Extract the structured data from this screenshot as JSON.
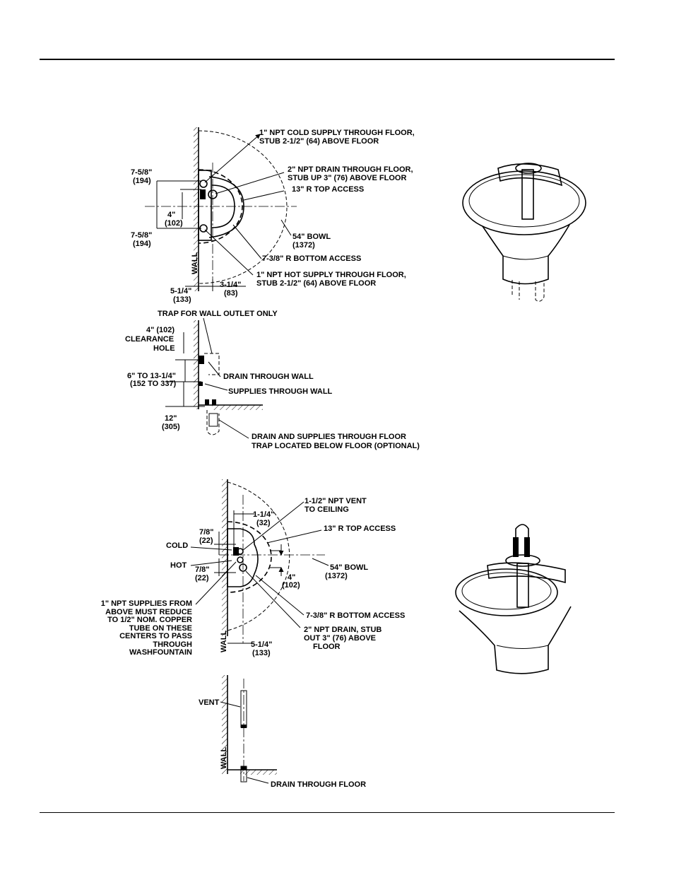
{
  "top_section": {
    "cold_supply": [
      "1\" NPT COLD SUPPLY THROUGH FLOOR,",
      "STUB 2-1/2\" (64) ABOVE FLOOR"
    ],
    "drain_floor": [
      "2\" NPT DRAIN THROUGH FLOOR,",
      "STUB UP 3\" (76) ABOVE FLOOR"
    ],
    "top_access": "13\" R TOP ACCESS",
    "bowl": [
      "54\" BOWL",
      "(1372)"
    ],
    "bottom_access": "7-3/8\" R BOTTOM ACCESS",
    "hot_supply": [
      "1\" NPT HOT SUPPLY THROUGH FLOOR,",
      "STUB 2-1/2\" (64) ABOVE FLOOR"
    ],
    "dim_upper": [
      "7-5/8\"",
      "(194)"
    ],
    "dim_mid": [
      "4\"",
      "(102)"
    ],
    "dim_lower": [
      "7-5/8\"",
      "(194)"
    ],
    "dim_3_1_4": [
      "3-1/4\"",
      "(83)"
    ],
    "dim_5_1_4": [
      "5-1/4\"",
      "(133)"
    ],
    "wall": "WALL"
  },
  "side_section": {
    "trap": "TRAP FOR WALL OUTLET ONLY",
    "clearance": [
      "4\" (102)",
      "CLEARANCE",
      "HOLE"
    ],
    "drain_wall": "DRAIN THROUGH WALL",
    "range": [
      "6\" TO 13-1/4\"",
      "(152 TO 337)"
    ],
    "supplies_wall": "SUPPLIES THROUGH WALL",
    "dim_12": [
      "12\"",
      "(305)"
    ],
    "floor_note": [
      "DRAIN AND SUPPLIES THROUGH FLOOR",
      "TRAP LOCATED BELOW FLOOR (OPTIONAL)"
    ]
  },
  "bottom_section": {
    "vent": [
      "1-1/2\" NPT VENT",
      "TO CEILING"
    ],
    "dim_1_1_4": [
      "1-1/4\"",
      "(32)"
    ],
    "top_access": "13\" R  TOP ACCESS",
    "dim_7_8_top": [
      "7/8\"",
      "(22)"
    ],
    "cold": "COLD",
    "hot": "HOT",
    "dim_7_8_bottom": [
      "7/8\"",
      "(22)"
    ],
    "bowl": [
      "54\" BOWL",
      "(1372)"
    ],
    "dim_4": [
      "4\"",
      "(102)"
    ],
    "supplies_above": [
      "1\" NPT SUPPLIES FROM",
      "ABOVE MUST REDUCE",
      "TO 1/2\" NOM. COPPER",
      "TUBE ON THESE",
      "CENTERS TO PASS",
      "THROUGH",
      "WASHFOUNTAIN"
    ],
    "bottom_access": "7-3/8\" R BOTTOM ACCESS",
    "drain_stub": [
      "2\" NPT DRAIN, STUB",
      "OUT 3\" (76) ABOVE",
      "FLOOR"
    ],
    "wall": "WALL",
    "dim_5_1_4": [
      "5-1/4\"",
      "(133)"
    ]
  },
  "vent_section": {
    "vent": "VENT",
    "wall": "WALL",
    "drain_floor": "DRAIN THROUGH FLOOR"
  },
  "colors": {
    "line": "#000000",
    "background": "#ffffff"
  }
}
